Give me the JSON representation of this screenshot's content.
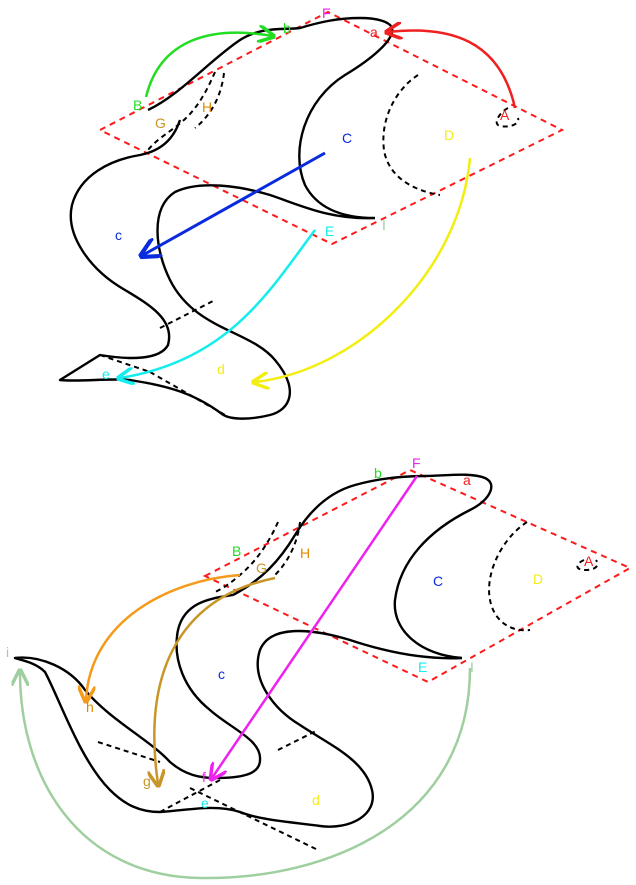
{
  "colors": {
    "outline": "#000000",
    "dashed_plane": "#ff1a1a",
    "red": "#f02020",
    "green": "#22dd22",
    "magenta": "#ee22ee",
    "orange": "#e08a00",
    "gold": "#c8a000",
    "blue": "#0a2bdd",
    "yellow": "#f2ee10",
    "cyan": "#14eded",
    "sage": "#9fcf9f",
    "dark_gold": "#c89628",
    "bright_orange": "#f59a1a"
  },
  "top": {
    "labels": {
      "F": "F",
      "a": "a",
      "b": "b",
      "B": "B",
      "G": "G",
      "H": "H",
      "A": "A",
      "C": "C",
      "D": "D",
      "c": "c",
      "E": "E",
      "I": "I",
      "e": "e",
      "d": "d"
    }
  },
  "bottom": {
    "labels": {
      "b": "b",
      "F": "F",
      "a": "a",
      "B": "B",
      "G": "G",
      "H": "H",
      "C": "C",
      "D": "D",
      "A": "A",
      "c": "c",
      "E": "E",
      "I": "I",
      "i": "i",
      "h": "h",
      "g": "g",
      "f": "f",
      "e": "e",
      "d": "d"
    }
  }
}
